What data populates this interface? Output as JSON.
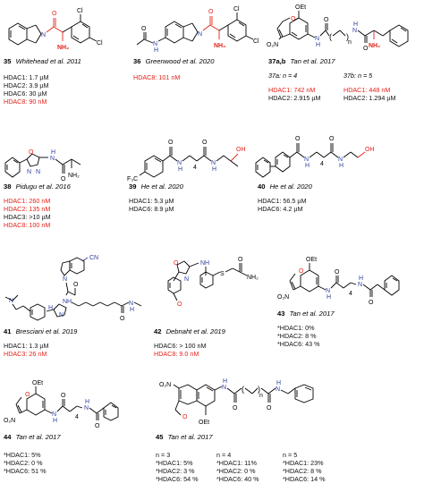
{
  "compounds": [
    {
      "id": "35",
      "ref": "Whitehead et al. 2011",
      "activity": [
        {
          "t": "HDAC1: 1.7 µM",
          "c": "black"
        },
        {
          "t": "HDAC2: 3.9 µM",
          "c": "black"
        },
        {
          "t": "HDAC6: 30 µM",
          "c": "black"
        },
        {
          "t": "HDAC8: 90 nM",
          "c": "red"
        }
      ]
    },
    {
      "id": "36",
      "ref": "Greenwood et al. 2020",
      "activity": [
        {
          "t": "HDAC8: 101 nM",
          "c": "red"
        }
      ]
    },
    {
      "id": "37a,b",
      "ref": "Tan et al. 2017",
      "sub_a": "37a: n = 4",
      "sub_b": "37b: n = 5",
      "activity_a": [
        {
          "t": "HDAC1: 742 nM",
          "c": "red"
        },
        {
          "t": "HDAC2: 2.915 µM",
          "c": "black"
        }
      ],
      "activity_b": [
        {
          "t": "HDAC1: 448 nM",
          "c": "red"
        },
        {
          "t": "HDAC2: 1.294 µM",
          "c": "black"
        }
      ]
    },
    {
      "id": "38",
      "ref": "Pidugu et al. 2016",
      "activity": [
        {
          "t": "HDAC1: 260 nM",
          "c": "red"
        },
        {
          "t": "HDAC2: 135 nM",
          "c": "red"
        },
        {
          "t": "HDAC3: >10 µM",
          "c": "black"
        },
        {
          "t": "HDAC8: 100 nM",
          "c": "red"
        }
      ]
    },
    {
      "id": "39",
      "ref": "He et al. 2020",
      "activity": [
        {
          "t": "HDAC1: 5.3 µM",
          "c": "black"
        },
        {
          "t": "HDAC6: 8.9 µM",
          "c": "black"
        }
      ]
    },
    {
      "id": "40",
      "ref": "He et al. 2020",
      "activity": [
        {
          "t": "HDAC1: 56.5 µM",
          "c": "black"
        },
        {
          "t": "HDAC6: 4.2 µM",
          "c": "black"
        }
      ]
    },
    {
      "id": "41",
      "ref": "Bresciani et al. 2019",
      "activity": [
        {
          "t": "HDAC1: 1.3 µM",
          "c": "black"
        },
        {
          "t": "HDAC3: 26 nM",
          "c": "red"
        }
      ]
    },
    {
      "id": "42",
      "ref": "Debnaht et al. 2019",
      "activity": [
        {
          "t": "HDAC6: > 100 nM",
          "c": "black"
        },
        {
          "t": "HDAC8: 9.0 nM",
          "c": "red"
        }
      ]
    },
    {
      "id": "43",
      "ref": "Tan et al. 2017",
      "activity": [
        {
          "t": "*HDAC1: 0%",
          "c": "black"
        },
        {
          "t": "*HDAC2: 8 %",
          "c": "black"
        },
        {
          "t": "*HDAC6: 43 %",
          "c": "black"
        }
      ]
    },
    {
      "id": "44",
      "ref": "Tan et al. 2017",
      "activity": [
        {
          "t": "*HDAC1: 5%",
          "c": "black"
        },
        {
          "t": "*HDAC2: 0 %",
          "c": "black"
        },
        {
          "t": "*HDAC6: 51 %",
          "c": "black"
        }
      ]
    },
    {
      "id": "45",
      "ref": "Tan et al. 2017",
      "cols": [
        {
          "head": "n = 3",
          "rows": [
            "*HDAC1: 5%",
            "*HDAC2: 3 %",
            "*HDAC6: 54 %"
          ]
        },
        {
          "head": "n = 4",
          "rows": [
            "*HDAC1: 11%",
            "*HDAC2: 0 %",
            "*HDAC6: 40 %"
          ]
        },
        {
          "head": "n = 5",
          "rows": [
            "*HDAC1: 23%",
            "*HDAC2: 8 %",
            "*HDAC6: 14 %"
          ]
        }
      ]
    }
  ],
  "atom_labels": {
    "O": "O",
    "N": "N",
    "H": "H",
    "NH2": "NH₂",
    "Cl": "Cl",
    "OEt": "OEt",
    "O2N": "O₂N",
    "OH": "OH",
    "F3C": "F₃C",
    "CN": "CN",
    "NH": "NH",
    "S": "S",
    "n": "n",
    "four": "4"
  },
  "colors": {
    "highlight": "#e2231a",
    "nitrogen": "#2f3f9e",
    "text": "#000000"
  }
}
